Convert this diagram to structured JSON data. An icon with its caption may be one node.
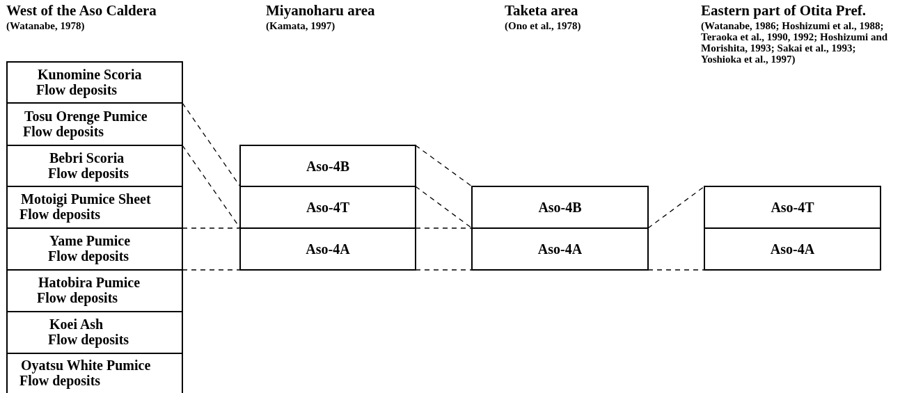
{
  "diagram": {
    "nodes": [
      {
        "text": [
          "Kunomine Scoria",
          "Flow deposits"
        ]
      },
      {
        "text": [
          "Tosu Orenge Pumice",
          "Flow deposits"
        ]
      },
      {
        "text": [
          "Bebri Scoria",
          "Flow deposits"
        ]
      },
      {
        "text": [
          "Motoigi Pumice Sheet",
          "Flow deposits"
        ]
      },
      {
        "text": [
          "Yame Pumice",
          "Flow deposits"
        ]
      },
      {
        "text": [
          "Hatobira Pumice",
          "Flow deposits"
        ]
      },
      {
        "text": [
          "Koei Ash",
          "Flow deposits"
        ]
      },
      {
        "text": [
          "Oyatsu White Pumice",
          "Flow deposits"
        ]
      },
      {
        "text": [
          "Aso-4B"
        ]
      },
      {
        "text": [
          "Aso-4T"
        ]
      },
      {
        "text": [
          "Aso-4A"
        ]
      },
      {
        "text": [
          "Aso-4B"
        ]
      },
      {
        "text": [
          "Aso-4A"
        ]
      },
      {
        "text": [
          "Aso-4T"
        ]
      },
      {
        "text": [
          "Aso-4A"
        ]
      }
    ],
    "edges": [
      {
        "from": 1,
        "to": 8,
        "arrow": "none",
        "style": "dashed"
      },
      {
        "from": 2,
        "to": 9,
        "arrow": "none",
        "style": "dashed"
      },
      {
        "from": 4,
        "to": 10,
        "arrow": "none",
        "style": "dashed"
      },
      {
        "from": 4,
        "to": 10,
        "arrow": "none",
        "style": "dashed"
      },
      {
        "from": 8,
        "to": 11,
        "arrow": "none",
        "style": "dashed"
      },
      {
        "from": 9,
        "to": 11,
        "arrow": "none",
        "style": "dashed"
      },
      {
        "from": 10,
        "to": 12,
        "arrow": "none",
        "style": "dashed"
      },
      {
        "from": 10,
        "to": 12,
        "arrow": "none",
        "style": "dashed"
      },
      {
        "from": 11,
        "to": 13,
        "arrow": "none",
        "style": "dashed"
      },
      {
        "from": 12,
        "to": 14,
        "arrow": "none",
        "style": "dashed"
      }
    ],
    "labels": [
      "West of the Aso Caldera",
      "(Watanabe, 1978)",
      "Miyanoharu area",
      "(Kamata, 1997)",
      "Taketa area",
      "(Ono et al., 1978)",
      "Eastern part of Otita Pref.",
      "(Watanabe, 1986; Hoshizumi et al., 1988; Teraoka et al., 1990, 1992; Hoshizumi and Morishita, 1993; Sakai et al., 1993; Yoshioka et al., 1997)"
    ]
  }
}
